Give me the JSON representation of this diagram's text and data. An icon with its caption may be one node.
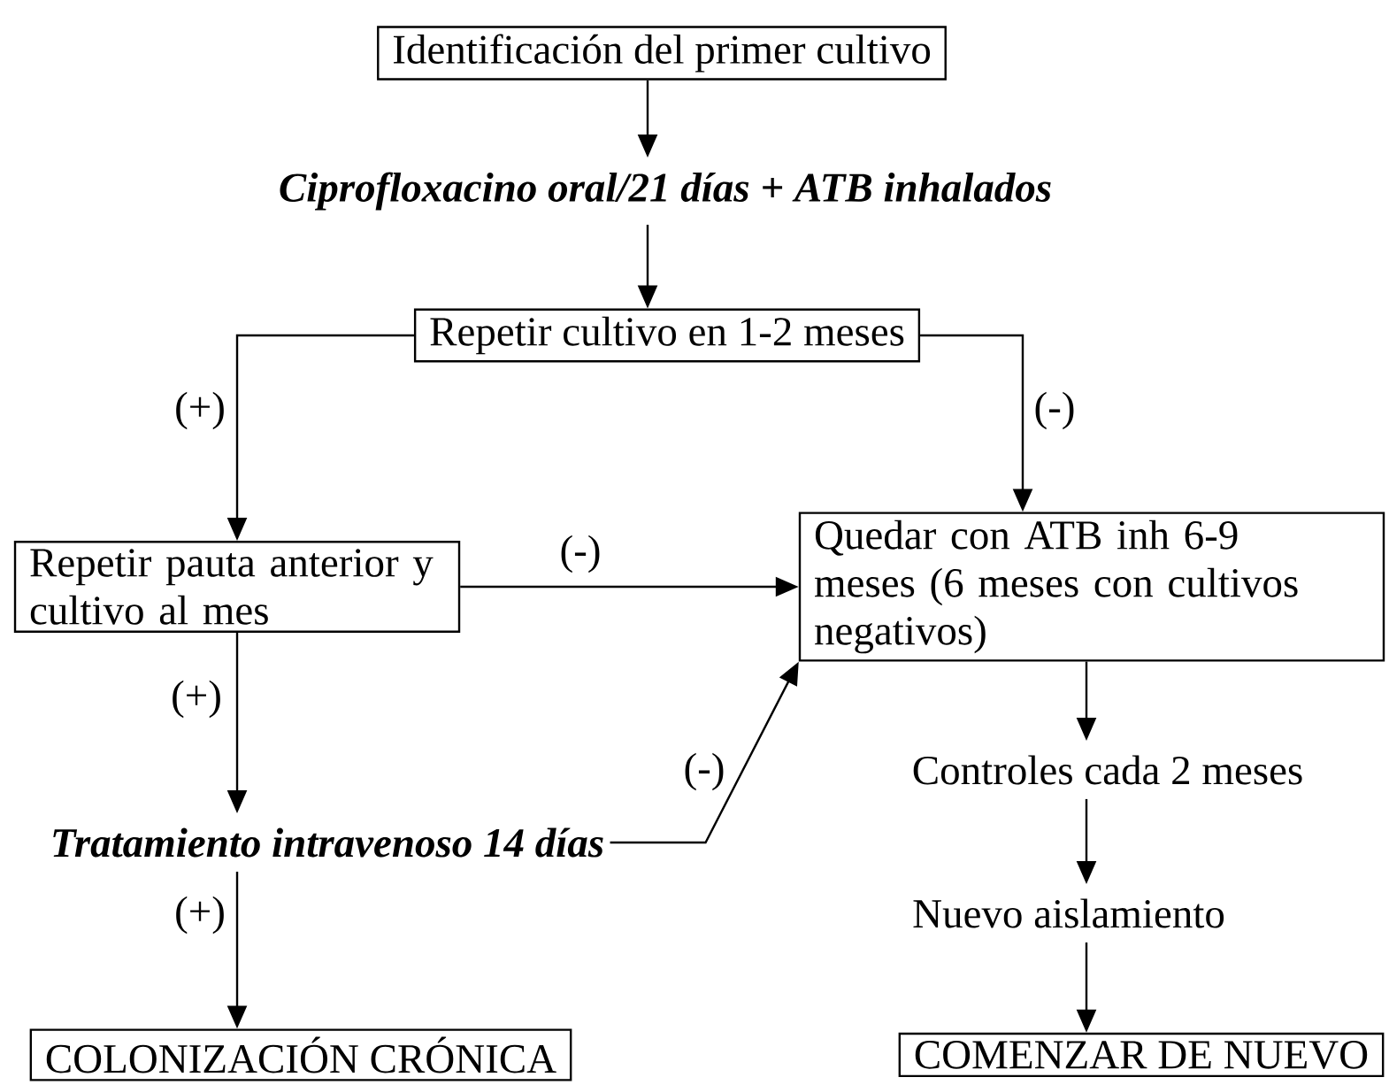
{
  "diagram": {
    "nodes": [
      {
        "text": [
          "Identificación del primer cultivo"
        ]
      },
      {
        "text": [
          "Ciprofloxacino oral/21 días + ATB inhalados"
        ]
      },
      {
        "text": [
          "Repetir cultivo en 1-2 meses"
        ]
      },
      {
        "text": [
          "Repetir pauta anterior y cultivo al mes"
        ]
      },
      {
        "text": [
          "Quedar con ATB inh 6-9 meses (6 meses con cultivos negativos)"
        ]
      },
      {
        "text": [
          "Controles cada 2 meses"
        ]
      },
      {
        "text": [
          "Tratamiento intravenoso 14 días"
        ]
      },
      {
        "text": [
          "Nuevo aislamiento"
        ]
      },
      {
        "text": [
          "COLONIZACIÓN CRÓNICA"
        ]
      },
      {
        "text": [
          "COMENZAR DE NUEVO"
        ]
      }
    ],
    "edges": [
      {
        "from": 0,
        "to": 1,
        "arrow": "to"
      },
      {
        "from": 1,
        "to": 2,
        "arrow": "to"
      },
      {
        "from": 2,
        "to": 3,
        "arrow": "to",
        "label": "(+)"
      },
      {
        "from": 2,
        "to": 4,
        "arrow": "to",
        "label": "(-)"
      },
      {
        "from": 3,
        "to": 4,
        "arrow": "to",
        "label": "(-)"
      },
      {
        "from": 3,
        "to": 6,
        "arrow": "to",
        "label": "(+)"
      },
      {
        "from": 6,
        "to": 4,
        "arrow": "to",
        "label": "(-)"
      },
      {
        "from": 6,
        "to": 8,
        "arrow": "to",
        "label": "(+)"
      },
      {
        "from": 4,
        "to": 5,
        "arrow": "to"
      },
      {
        "from": 5,
        "to": 7,
        "arrow": "to"
      },
      {
        "from": 7,
        "to": 9,
        "arrow": "to"
      }
    ]
  }
}
